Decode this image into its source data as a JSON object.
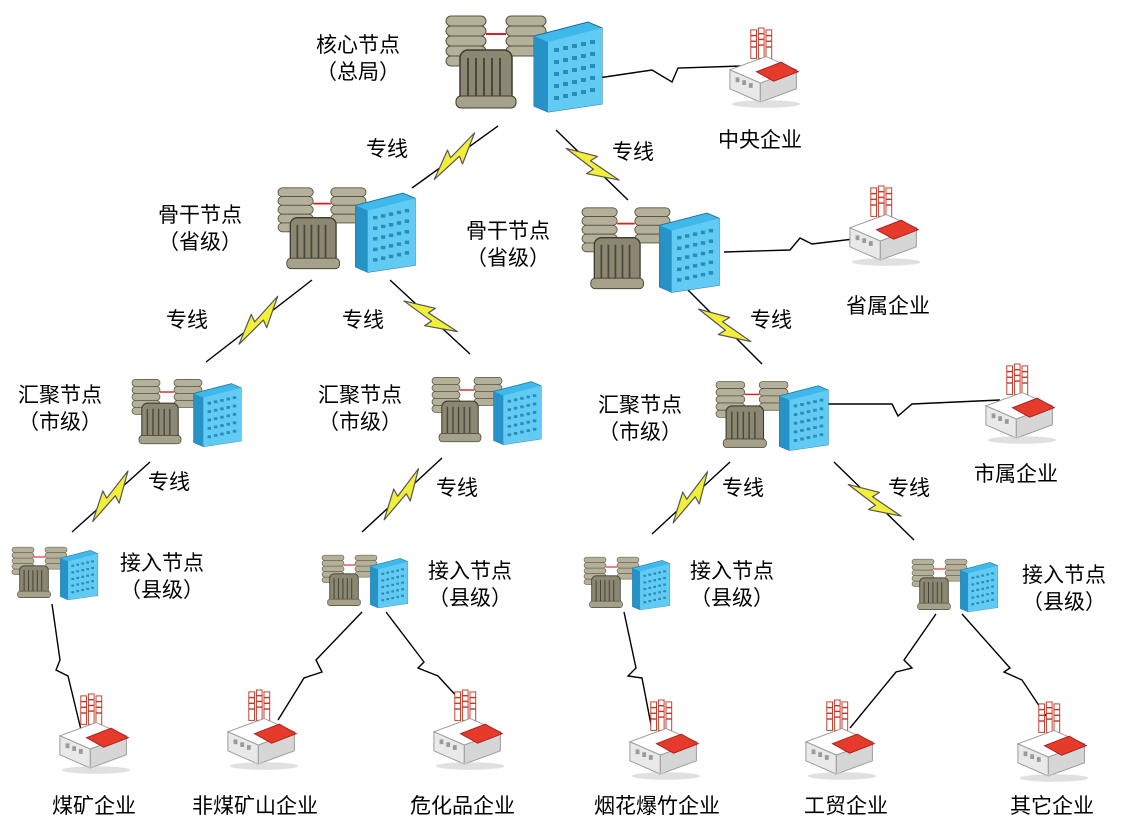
{
  "nodes": {
    "core": {
      "line1": "核心节点",
      "line2": "（总局）"
    },
    "p_left": {
      "line1": "骨干节点",
      "line2": "（省级）"
    },
    "p_right": {
      "line1": "骨干节点",
      "line2": "（省级）"
    },
    "c1": {
      "line1": "汇聚节点",
      "line2": "（市级）"
    },
    "c2": {
      "line1": "汇聚节点",
      "line2": "（市级）"
    },
    "c3": {
      "line1": "汇聚节点",
      "line2": "（市级）"
    },
    "a1": {
      "line1": "接入节点",
      "line2": "（县级）"
    },
    "a2": {
      "line1": "接入节点",
      "line2": "（县级）"
    },
    "a3": {
      "line1": "接入节点",
      "line2": "（县级）"
    },
    "a4": {
      "line1": "接入节点",
      "line2": "（县级）"
    }
  },
  "enterprises": {
    "central": "中央企业",
    "provincial": "省属企业",
    "municipal": "市属企业",
    "coal": "煤矿企业",
    "noncoal": "非煤矿山企业",
    "chem": "危化品企业",
    "fireworks": "烟花爆竹企业",
    "trade": "工贸企业",
    "other": "其它企业"
  },
  "links": {
    "dedicated": "专线"
  },
  "icons": {
    "server_node": "server-building-icon",
    "enterprise": "factory-icon",
    "lightning": "lightning-bolt-icon"
  },
  "colors": {
    "bolt": "#f2ef3a",
    "building": "#3fb8ec",
    "server": "#a7a28b",
    "factory_roof": "#e63a2a"
  }
}
